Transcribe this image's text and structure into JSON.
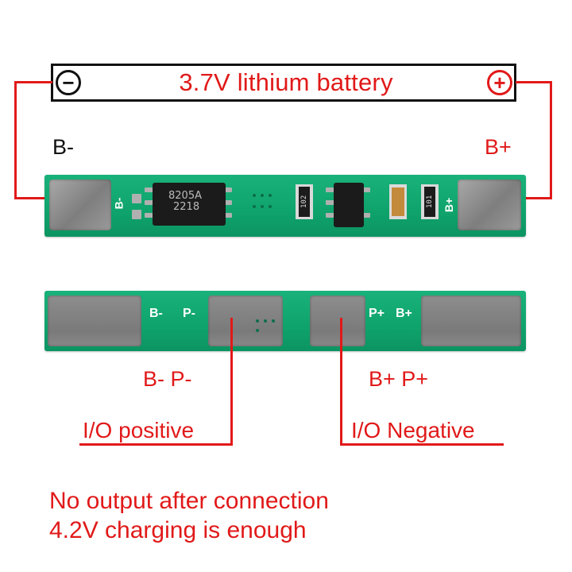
{
  "battery": {
    "title": "3.7V lithium battery",
    "minus_symbol": "−",
    "plus_symbol": "+"
  },
  "top_board": {
    "terminal_left": "B-",
    "terminal_right": "B+",
    "silk_left": "B-",
    "silk_right": "B+",
    "chip_main": {
      "line1": "8205A",
      "line2": "2218"
    },
    "resistor_1": "102",
    "resistor_2": "101"
  },
  "bottom_board": {
    "silk_b_minus": "B-",
    "silk_p_minus": "P-",
    "silk_p_plus": "P+",
    "silk_b_plus": "B+"
  },
  "callouts": {
    "left_pins": "B- P-",
    "right_pins": "B+ P+",
    "left_io": "I/O positive",
    "right_io": "I/O Negative"
  },
  "notes": {
    "line1": "No output after connection",
    "line2": "4.2V charging is enough"
  },
  "colors": {
    "accent_red": "#e11919",
    "pcb_green": "#12a870"
  }
}
